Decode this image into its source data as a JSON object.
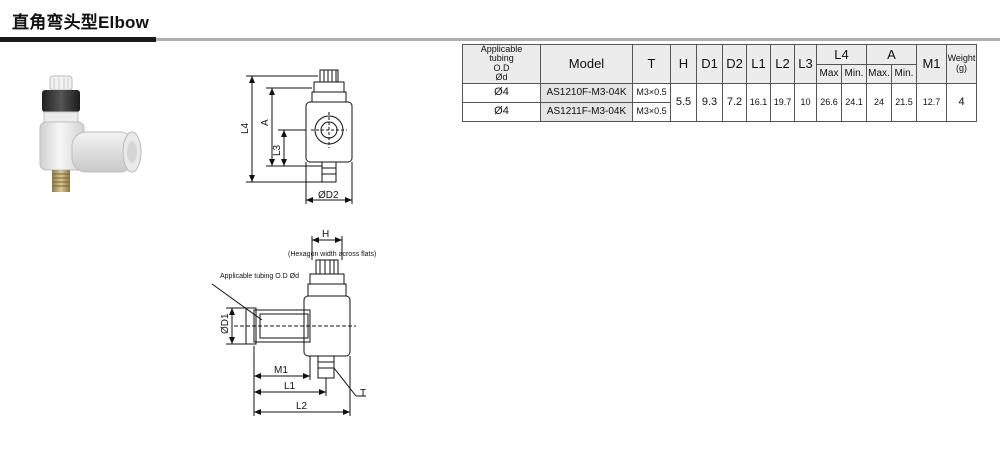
{
  "header": {
    "title": "直角弯头型Elbow"
  },
  "drawing_top": {
    "labels": {
      "L4": "L4",
      "A": "A",
      "L3": "L3",
      "D2": "ØD2"
    }
  },
  "drawing_bottom": {
    "labels": {
      "H": "H",
      "hex_note": "(Hexagon width across flats)",
      "tubing_note": "Applicable tubing O.D Ød",
      "D1": "ØD1",
      "M1": "M1",
      "L1": "L1",
      "L2": "L2",
      "T": "T"
    }
  },
  "table": {
    "headers": {
      "applicable": [
        "Applicable",
        "tubing",
        "O.D",
        "Ød"
      ],
      "model": "Model",
      "t": "T",
      "h": "H",
      "d1": "D1",
      "d2": "D2",
      "l1": "L1",
      "l2": "L2",
      "l3": "L3",
      "l4": "L4",
      "a": "A",
      "m1": "M1",
      "weight": [
        "Weight",
        "(g)"
      ],
      "l4_sub": [
        "Max",
        "Min."
      ],
      "a_sub": [
        "Max.",
        "Min."
      ]
    },
    "rows": [
      {
        "od": "Ø4",
        "model": "AS1210F-M3-04K",
        "t": "M3×0.5"
      },
      {
        "od": "Ø4",
        "model": "AS1211F-M3-04K",
        "t": "M3×0.5"
      }
    ],
    "shared": {
      "h": "5.5",
      "d1": "9.3",
      "d2": "7.2",
      "l1": "16.1",
      "l2": "19.7",
      "l3": "10",
      "l4_max": "26.6",
      "l4_min": "24.1",
      "a_max": "24",
      "a_min": "21.5",
      "m1": "12.7",
      "weight": "4"
    }
  }
}
